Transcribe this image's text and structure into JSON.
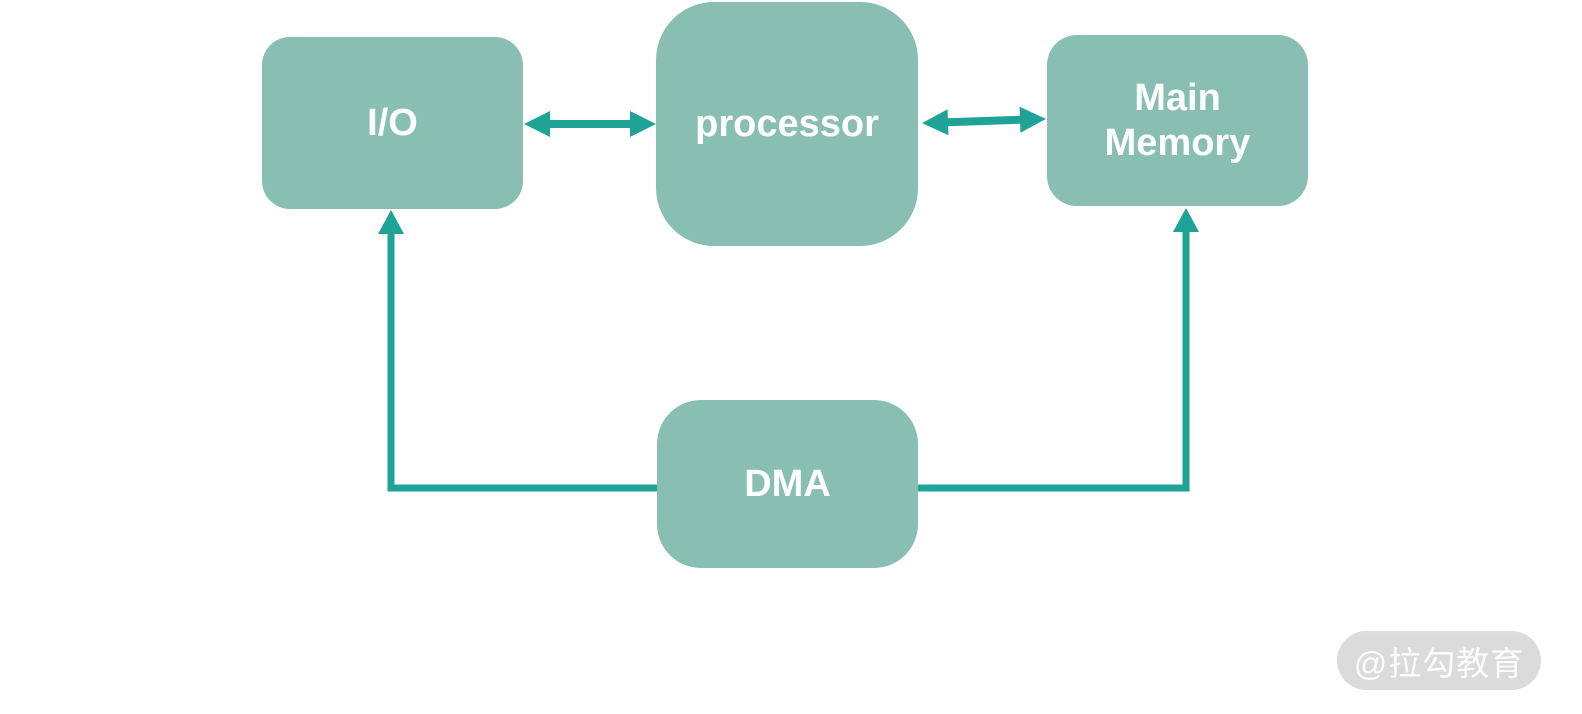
{
  "diagram": {
    "nodes": {
      "io": {
        "label": "I/O"
      },
      "processor": {
        "label": "processor"
      },
      "main_memory": {
        "label": "Main Memory"
      },
      "dma": {
        "label": "DMA"
      }
    },
    "edges": [
      {
        "from": "I/O",
        "to": "processor",
        "style": "double-headed-arrow"
      },
      {
        "from": "processor",
        "to": "Main Memory",
        "style": "double-headed-arrow"
      },
      {
        "from": "DMA",
        "to": "I/O",
        "style": "elbow-arrow-up"
      },
      {
        "from": "DMA",
        "to": "Main Memory",
        "style": "elbow-arrow-up"
      }
    ],
    "colors": {
      "node_fill": "#88BFB2",
      "node_text": "#FFFFFF",
      "connector": "#1EA396",
      "background": "#FFFFFF"
    }
  },
  "watermark": {
    "text": "@拉勾教育",
    "pill_color": "#D9D9D9",
    "text_color": "#FCFCFC"
  }
}
